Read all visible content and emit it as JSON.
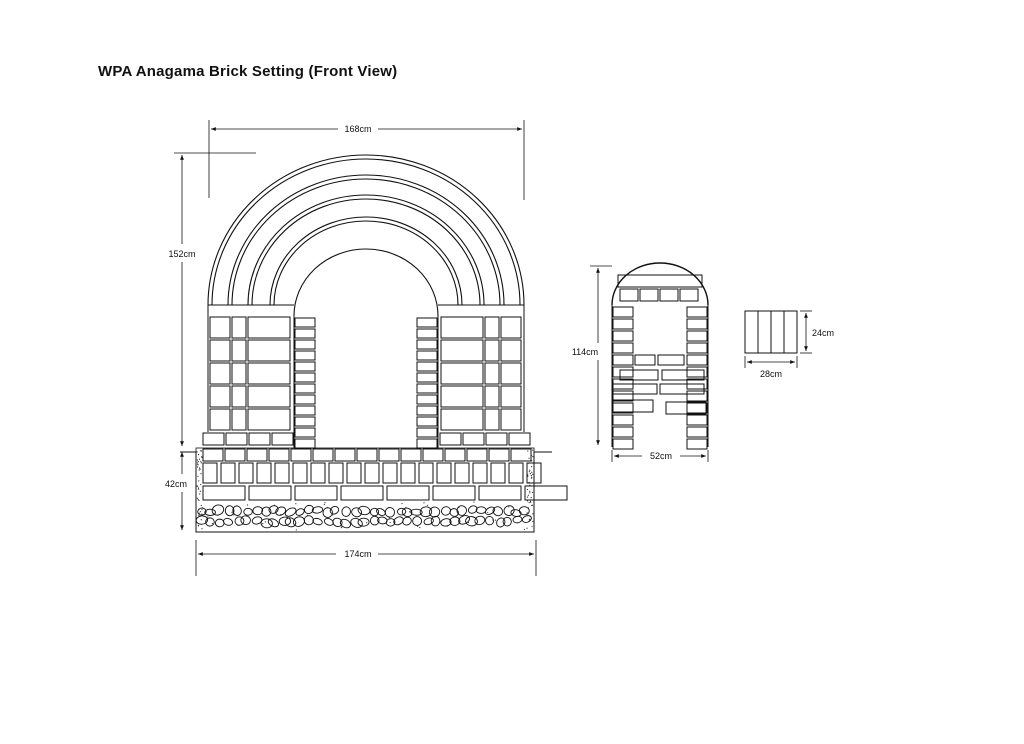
{
  "title": "WPA Anagama Brick Setting (Front View)",
  "dimensions": {
    "main_width": "168cm",
    "main_height": "152cm",
    "base_height": "42cm",
    "base_width": "174cm",
    "door_height": "114cm",
    "door_width": "52cm",
    "brick_height": "24cm",
    "brick_width": "28cm"
  },
  "colors": {
    "ink": "#111111",
    "paper": "#ffffff"
  }
}
